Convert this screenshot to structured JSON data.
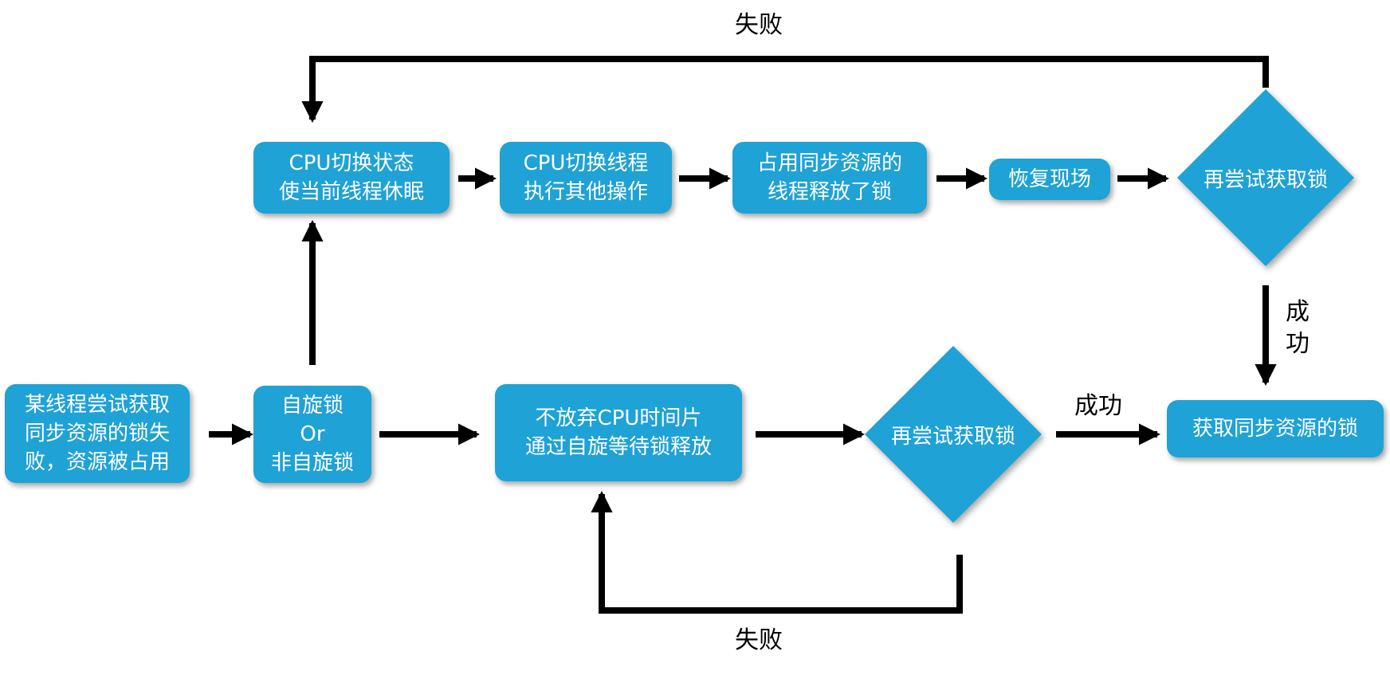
{
  "colors": {
    "node_fill": "#1fa2d6",
    "node_text": "#ffffff",
    "arrow": "#000000",
    "background": "#ffffff"
  },
  "nodes": {
    "start": "某线程尝试获取\n同步资源的锁失\n败，资源被占用",
    "choice": "自旋锁\nOr\n非自旋锁",
    "cpu_switch_state": "CPU切换状态\n使当前线程休眠",
    "cpu_switch_thread": "CPU切换线程\n执行其他操作",
    "holder_release": "占用同步资源的\n线程释放了锁",
    "restore": "恢复现场",
    "retry_top": "再尝试获取锁",
    "spin_wait": "不放弃CPU时间片\n通过自旋等待锁释放",
    "retry_bottom": "再尝试获取锁",
    "acquire": "获取同步资源的锁"
  },
  "labels": {
    "top_fail": "失败",
    "bottom_fail": "失败",
    "right_success": "成\n功",
    "mid_success": "成功"
  }
}
